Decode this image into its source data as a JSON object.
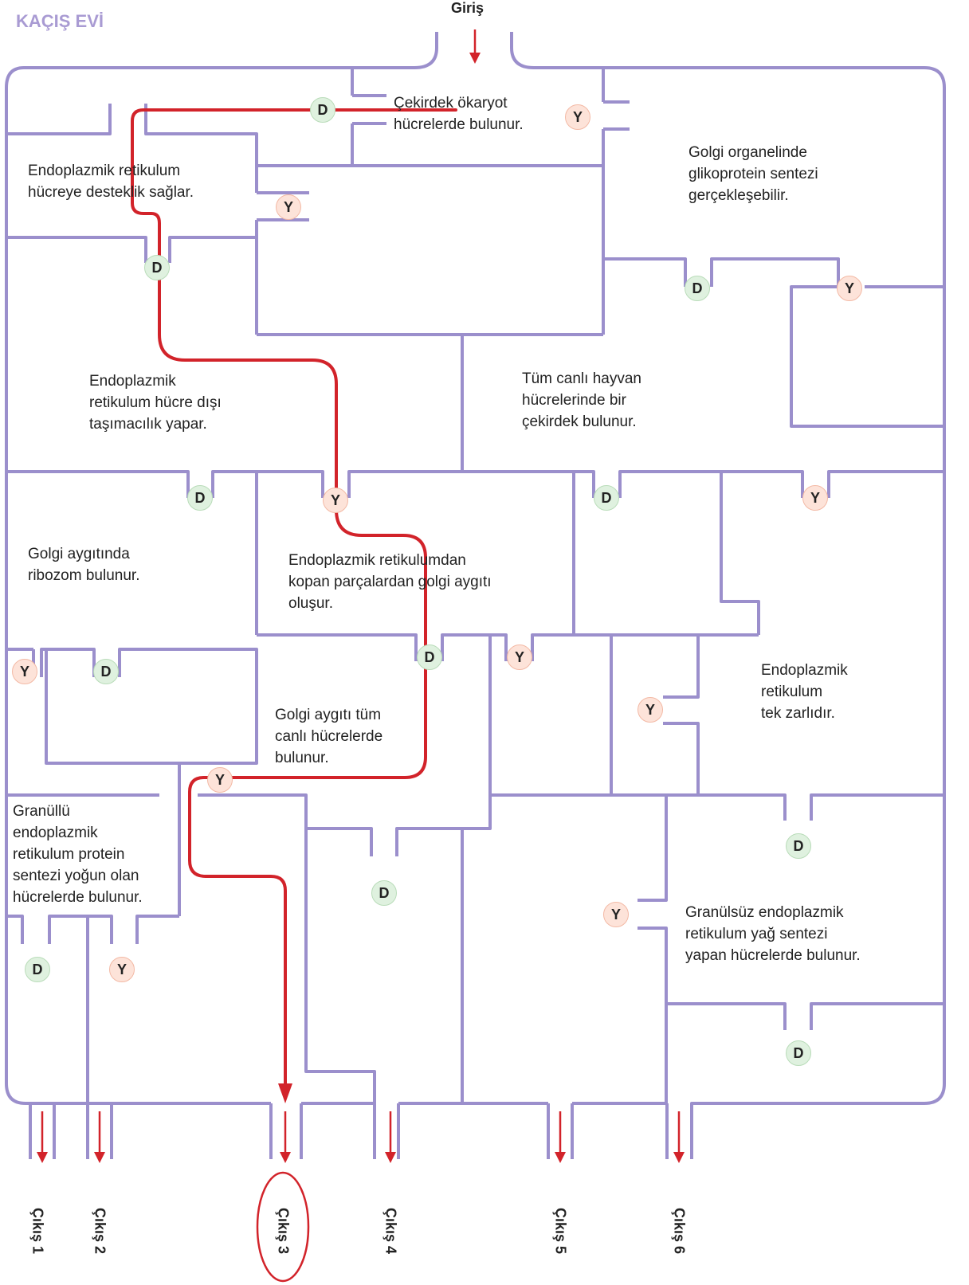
{
  "title": "KAÇIŞ EVİ",
  "entry_label": "Giriş",
  "colors": {
    "wall": "#9b8fcc",
    "path": "#d2232a",
    "true_badge": "#dff1df",
    "false_badge": "#fde3d9"
  },
  "badge_labels": {
    "true": "D",
    "false": "Y"
  },
  "statements": [
    {
      "id": "s1",
      "lines": [
        "Çekirdek ökaryot",
        "hücrelerde bulunur."
      ]
    },
    {
      "id": "s2",
      "lines": [
        "Golgi organelinde",
        "glikoprotein sentezi",
        "gerçekleşebilir."
      ]
    },
    {
      "id": "s3",
      "lines": [
        "Endoplazmik retikulum",
        "hücreye desteklik sağlar."
      ]
    },
    {
      "id": "s4",
      "lines": [
        "Endoplazmik",
        "retikulum hücre dışı",
        "taşımacılık yapar."
      ]
    },
    {
      "id": "s5",
      "lines": [
        "Tüm canlı hayvan",
        "hücrelerinde bir",
        "çekirdek bulunur."
      ]
    },
    {
      "id": "s6",
      "lines": [
        "Golgi aygıtında",
        "ribozom bulunur."
      ]
    },
    {
      "id": "s7",
      "lines": [
        "Endoplazmik retikulumdan",
        "kopan parçalardan golgi aygıtı",
        "oluşur."
      ]
    },
    {
      "id": "s8",
      "lines": [
        "Endoplazmik",
        "retikulum",
        "tek zarlıdır."
      ]
    },
    {
      "id": "s9",
      "lines": [
        "Golgi aygıtı tüm",
        "canlı hücrelerde",
        "bulunur."
      ]
    },
    {
      "id": "s10",
      "lines": [
        "Granüllü",
        "endoplazmik",
        "retikulum protein",
        "sentezi yoğun olan",
        "hücrelerde bulunur."
      ]
    },
    {
      "id": "s11",
      "lines": [
        "Granülsüz endoplazmik",
        "retikulum yağ sentezi",
        "yapan hücrelerde bulunur."
      ]
    }
  ],
  "badges": [
    {
      "id": "b1",
      "label": "D"
    },
    {
      "id": "b2",
      "label": "Y"
    },
    {
      "id": "b3",
      "label": "Y"
    },
    {
      "id": "b4",
      "label": "D"
    },
    {
      "id": "b5",
      "label": "D"
    },
    {
      "id": "b6",
      "label": "Y"
    },
    {
      "id": "b7",
      "label": "D"
    },
    {
      "id": "b8",
      "label": "Y"
    },
    {
      "id": "b9",
      "label": "D"
    },
    {
      "id": "b10",
      "label": "Y"
    },
    {
      "id": "b11",
      "label": "Y"
    },
    {
      "id": "b12",
      "label": "D"
    },
    {
      "id": "b13",
      "label": "D"
    },
    {
      "id": "b14",
      "label": "Y"
    },
    {
      "id": "b15",
      "label": "Y"
    },
    {
      "id": "b16",
      "label": "Y"
    },
    {
      "id": "b17",
      "label": "D"
    },
    {
      "id": "b18",
      "label": "D"
    },
    {
      "id": "b19",
      "label": "Y"
    },
    {
      "id": "b20",
      "label": "D"
    },
    {
      "id": "b21",
      "label": "Y"
    },
    {
      "id": "b22",
      "label": "D"
    }
  ],
  "exits": [
    "Çıkış 1",
    "Çıkış 2",
    "Çıkış 3",
    "Çıkış 4",
    "Çıkış 5",
    "Çıkış 6"
  ],
  "selected_exit": "Çıkış 3"
}
